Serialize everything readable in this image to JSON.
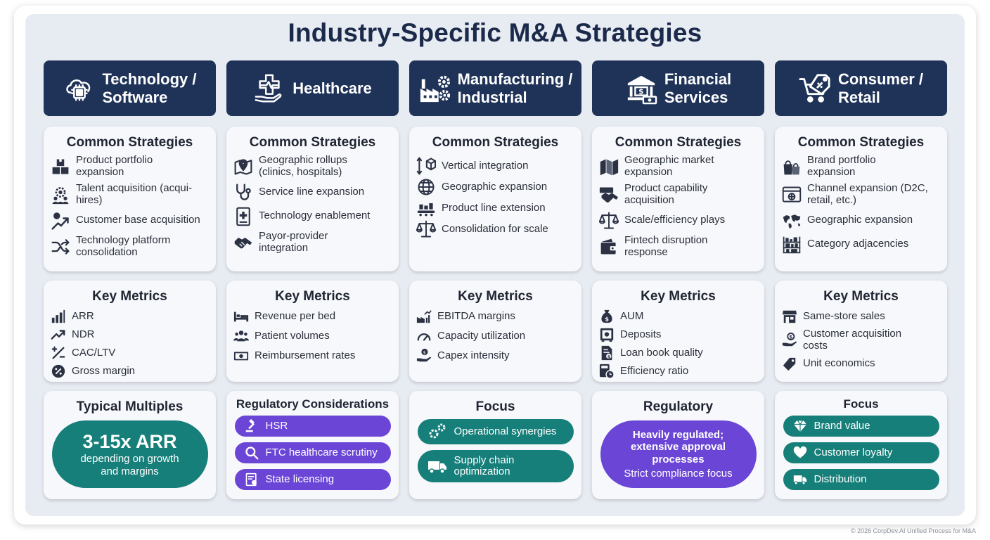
{
  "title": "Industry-Specific M&A Strategies",
  "footer": "© 2026 CorpDev.AI Unified Process for M&A",
  "colors": {
    "header": "#1f3358",
    "teal": "#167f7a",
    "purple": "#6b46d6",
    "panel": "#e7ebf2",
    "card": "#f7f8fb"
  },
  "columns": [
    {
      "header": "Technology /\nSoftware",
      "header_icon": "cloud-chip-icon",
      "strategies_title": "Common Strategies",
      "strategies": [
        {
          "text": "Product portfolio\nexpansion",
          "icon": "boxes-icon"
        },
        {
          "text": "Talent acquisition (acqui-\nhires)",
          "icon": "gear-people-icon"
        },
        {
          "text": "Customer base acquisition",
          "icon": "person-growth-icon"
        },
        {
          "text": "Technology platform\nconsolidation",
          "icon": "shuffle-icon"
        }
      ],
      "metrics_title": "Key Metrics",
      "metrics": [
        {
          "text": "ARR",
          "icon": "bar-chart-icon"
        },
        {
          "text": "NDR",
          "icon": "trend-up-icon"
        },
        {
          "text": "CAC/LTV",
          "icon": "ratio-icon"
        },
        {
          "text": "Gross margin",
          "icon": "percent-badge-icon"
        }
      ],
      "bottom_title": "Typical Multiples",
      "multiple_value": "3-15x ARR",
      "multiple_note": "depending on growth\nand margins"
    },
    {
      "header": "Healthcare",
      "header_icon": "health-hand-icon",
      "strategies_title": "Common Strategies",
      "strategies": [
        {
          "text": "Geographic rollups\n(clinics, hospitals)",
          "icon": "map-pin-icon"
        },
        {
          "text": "Service line expansion",
          "icon": "stethoscope-icon"
        },
        {
          "text": "Technology enablement",
          "icon": "tablet-medical-icon"
        },
        {
          "text": "Payor-provider\nintegration",
          "icon": "handshake-icon"
        }
      ],
      "metrics_title": "Key Metrics",
      "metrics": [
        {
          "text": "Revenue per bed",
          "icon": "bed-icon"
        },
        {
          "text": "Patient volumes",
          "icon": "people-icon"
        },
        {
          "text": "Reimbursement rates",
          "icon": "cash-icon"
        }
      ],
      "bottom_title": "Regulatory Considerations",
      "pills": [
        {
          "text": "HSR",
          "icon": "gavel-icon"
        },
        {
          "text": "FTC healthcare scrutiny",
          "icon": "magnifier-icon"
        },
        {
          "text": "State licensing",
          "icon": "certificate-icon"
        }
      ]
    },
    {
      "header": "Manufacturing /\nIndustrial",
      "header_icon": "factory-gears-icon",
      "strategies_title": "Common Strategies",
      "strategies": [
        {
          "text": "Vertical integration",
          "icon": "vertical-arrows-icon"
        },
        {
          "text": "Geographic expansion",
          "icon": "globe-icon"
        },
        {
          "text": "Product line extension",
          "icon": "conveyor-icon"
        },
        {
          "text": "Consolidation for scale",
          "icon": "scale-icon"
        }
      ],
      "metrics_title": "Key Metrics",
      "metrics": [
        {
          "text": "EBITDA margins",
          "icon": "factory-chart-icon"
        },
        {
          "text": "Capacity utilization",
          "icon": "gauge-icon"
        },
        {
          "text": "Capex intensity",
          "icon": "hand-coin-icon"
        }
      ],
      "bottom_title": "Focus",
      "pills": [
        {
          "text": "Operational synergies",
          "icon": "gears-icon"
        },
        {
          "text": "Supply chain\noptimization",
          "icon": "truck-icon"
        }
      ]
    },
    {
      "header": "Financial\nServices",
      "header_icon": "bank-icon",
      "strategies_title": "Common Strategies",
      "strategies": [
        {
          "text": "Geographic market\nexpansion",
          "icon": "map-icon"
        },
        {
          "text": "Product capability\nacquisition",
          "icon": "handshake-icon"
        },
        {
          "text": "Scale/efficiency plays",
          "icon": "scale-icon"
        },
        {
          "text": "Fintech disruption\nresponse",
          "icon": "wallet-icon"
        }
      ],
      "metrics_title": "Key Metrics",
      "metrics": [
        {
          "text": "AUM",
          "icon": "money-bag-icon"
        },
        {
          "text": "Deposits",
          "icon": "safe-icon"
        },
        {
          "text": "Loan book quality",
          "icon": "document-dollar-icon"
        },
        {
          "text": "Efficiency ratio",
          "icon": "calculator-clock-icon"
        }
      ],
      "bottom_title": "Regulatory",
      "reg_bold": "Heavily regulated;\nextensive approval\nprocesses",
      "reg_note": "Strict compliance focus"
    },
    {
      "header": "Consumer /\nRetail",
      "header_icon": "cart-tag-icon",
      "strategies_title": "Common Strategies",
      "strategies": [
        {
          "text": "Brand portfolio\nexpansion",
          "icon": "shopping-bags-icon"
        },
        {
          "text": "Channel expansion (D2C,\nretail, etc.)",
          "icon": "browser-globe-icon"
        },
        {
          "text": "Geographic expansion",
          "icon": "world-map-icon"
        },
        {
          "text": "Category adjacencies",
          "icon": "shelves-icon"
        }
      ],
      "metrics_title": "Key Metrics",
      "metrics": [
        {
          "text": "Same-store sales",
          "icon": "storefront-icon"
        },
        {
          "text": "Customer acquisition\ncosts",
          "icon": "hand-dollar-icon"
        },
        {
          "text": "Unit economics",
          "icon": "price-tag-icon"
        }
      ],
      "bottom_title": "Focus",
      "pills": [
        {
          "text": "Brand value",
          "icon": "diamond-icon"
        },
        {
          "text": "Customer loyalty",
          "icon": "heart-icon"
        },
        {
          "text": "Distribution",
          "icon": "delivery-truck-icon"
        }
      ]
    }
  ]
}
